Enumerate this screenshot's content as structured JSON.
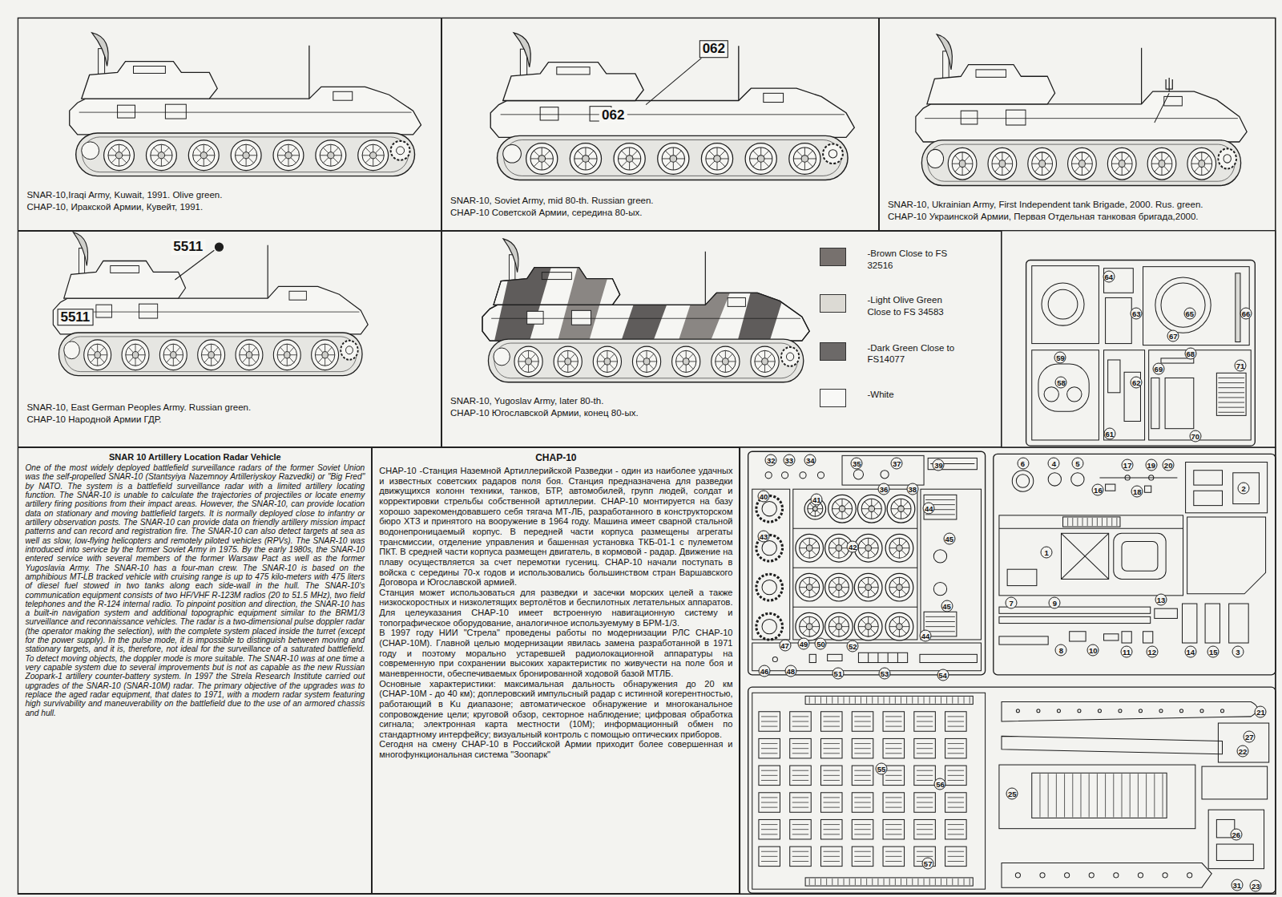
{
  "diagram": {
    "nodes": [
      {
        "text": [
          "SNAR-10,Iraqi Army, Kuwait, 1991. Olive green.",
          "СНАР-10, Иракской Армии, Кувейт, 1991."
        ]
      },
      {
        "text": [
          "SNAR-10, Soviet Army, mid 80-th. Russian green.",
          "СНАР-10 Советской Армии, середина 80-ых."
        ]
      },
      {
        "text": [
          "SNAR-10, Ukrainian Army, First Independent tank Brigade, 2000. Rus. green.",
          "СНАР-10 Украинской Армии, Первая Отдельная танковая бригада,2000."
        ]
      },
      {
        "text": [
          "SNAR-10, East German Peoples Army. Russian green.",
          "СНАР-10 Народной Армии ГДР."
        ]
      },
      {
        "text": [
          "SNAR-10, Yugoslav Army, later 80-th.",
          "СНАР-10 Югославской Армии, конец 80-ых."
        ]
      },
      {
        "text": [
          "SNAR 10 Artillery Location Radar Vehicle",
          "One of the most widely deployed battlefield surveillance radars of the former Soviet Union was the self-propelled SNAR-10 (Stantsyiya Nazemnoy Artilleriyskoy Razvedki) or \"Big Fred\" by NATO. The system is a battlefield surveillance radar with a limited artillery locating function. The SNAR-10 is unable to calculate the trajectories of projectiles or locate enemy artillery firing positions from their impact areas. However, the SNAR-10, can provide location data on stationary and moving battlefield targets. It is normally deployed close to infantry or artillery observation posts. The SNAR-10 can provide data on friendly artillery mission impact patterns and can record and registration fire. The SNAR-10 can also detect targets at sea as well as slow, low-flying helicopters and remotely piloted vehicles (RPVs). The SNAR-10 was introduced into service by the former Soviet Army in 1975. By the early 1980s, the SNAR-10 entered service with several members of the former Warsaw Pact as well as the former Yugoslavia Army. The SNAR-10 has a four-man crew. The SNAR-10 is based on the amphibious MT-LB tracked vehicle with cruising range is up to 475 kilo-meters with 475 liters of diesel fuel stowed in two tanks along each side-wall in the hull. The SNAR-10's communication equipment consists of two HF/VHF R-123M radios (20 to 51.5 MHz), two field telephones and the R-124 internal radio. To pinpoint position and direction, the SNAR-10 has a built-in navigation system and additional topographic equipment similar to the BRM1/3 surveillance and reconnaissance vehicles. The radar is a two-dimensional pulse doppler radar (the operator making the selection), with the complete system placed inside the turret (except for the power supply). In the pulse mode, it is impossible to distinguish between moving and stationary targets, and it is, therefore, not ideal for the surveillance of a saturated battlefield. To detect moving objects, the doppler mode is more suitable. The SNAR-10 was at one time a very capable system due to several improvements but is not as capable as the new Russian Zoopark-1 artillery counter-battery system. In 1997 the Strela Research Institute carried out upgrades of the SNAR-10 (SNAR-10M) radar. The primary objective of the upgrades was to replace the aged radar equipment, that dates to 1971, with a modern radar system featuring high survivability and maneuverability on the battlefield due to the use of an armored chassis and hull."
        ]
      },
      {
        "text": [
          "СНАР-10",
          "СНАР-10 -Станция Наземной Артиллерийской Разведки - один из наиболее удачных и известных советских радаров поля боя. Станция предназначена для разведки движущихся колонн техники, танков, БТР, автомобилей, групп людей, солдат и корректировки стрельбы собственной артиллерии. СНАР-10 монтируется на базу хорошо зарекомендовавшего себя тягача МТ-ЛБ, разработанного в конструкторском бюро ХТЗ и принятого на вооружение в 1964 году. Машина имеет сварной стальной водонепроницаемый корпус. В передней части корпуса размещены агрегаты трансмиссии, отделение управления и башенная установка ТКБ-01-1 с пулеметом ПКТ. В средней части корпуса размещен двигатель, в кормовой - радар. Движение на плаву осуществляется за счет перемотки гусениц. СНАР-10 начали поступать в войска с середины 70-х годов и использовались большинством стран Варшавского Договора и Югославской армией.",
          "Станция может использоваться для разведки и засечки морских целей а также низкоскоростных и низколетящих вертолётов и беспилотных летательных аппаратов. Для целеуказания СНАР-10 имеет встроенную навигационную систему и топографическое оборудование, аналогичное используемуму в БРМ-1/3.",
          "В 1997 году НИИ \"Стрела\" проведены работы по модернизации РЛС СНАР-10 (СНАР-10М). Главной целью модернизации явилась замена разработанной в 1971 году и поэтому морально устаревшей радиолокационной аппаратуры на современную при сохранении высоких характеристик по живучести на поле боя и маневренности, обеспечиваемых бронированной ходовой базой МТЛБ.",
          "Основные характеристики: максимальная дальность обнаружения до 20 км (СНАР-10М - до 40 км); доплеровский импульсный радар с истинной когерентностью, работающий в Ku диапазоне; автоматическое обнаружение и многоканальное сопровождение цели; круговой обзор, секторное наблюдение; цифровая обработка сигнала; электронная карта местности (10М); информационный обмен по стандартному интерфейсу; визуальный контроль с помощью оптических приборов.",
          "Сегодня на смену СНАР-10 в Российской Армии приходит более совершенная и многофункциональная система \"Зоопарк\""
        ]
      }
    ],
    "labels": [
      "062",
      "062",
      "5511",
      "5511",
      "64",
      "63",
      "59",
      "65",
      "67",
      "66",
      "58",
      "68",
      "69",
      "71",
      "62",
      "61",
      "70",
      "32",
      "33",
      "34",
      "35",
      "37",
      "36",
      "38",
      "39",
      "40",
      "41",
      "42",
      "43",
      "44",
      "45",
      "45",
      "44",
      "47",
      "49",
      "50",
      "52",
      "46",
      "48",
      "51",
      "53",
      "54",
      "6",
      "4",
      "5",
      "17",
      "19",
      "20",
      "16",
      "18",
      "2",
      "1",
      "13",
      "7",
      "9",
      "8",
      "10",
      "11",
      "12",
      "14",
      "15",
      "3",
      "55",
      "56",
      "57",
      "21",
      "27",
      "22",
      "25",
      "26",
      "31",
      "23"
    ],
    "legend": [
      {
        "text": "-Brown Close to FS 32516",
        "color": "#77716e"
      },
      {
        "text": "-Light Olive Green Close to FS 34583",
        "color": "#dcdad4"
      },
      {
        "text": "-Dark Green Close to FS14077",
        "color": "#6c6968"
      },
      {
        "text": "-White",
        "color": "#f8f8f6"
      }
    ]
  }
}
